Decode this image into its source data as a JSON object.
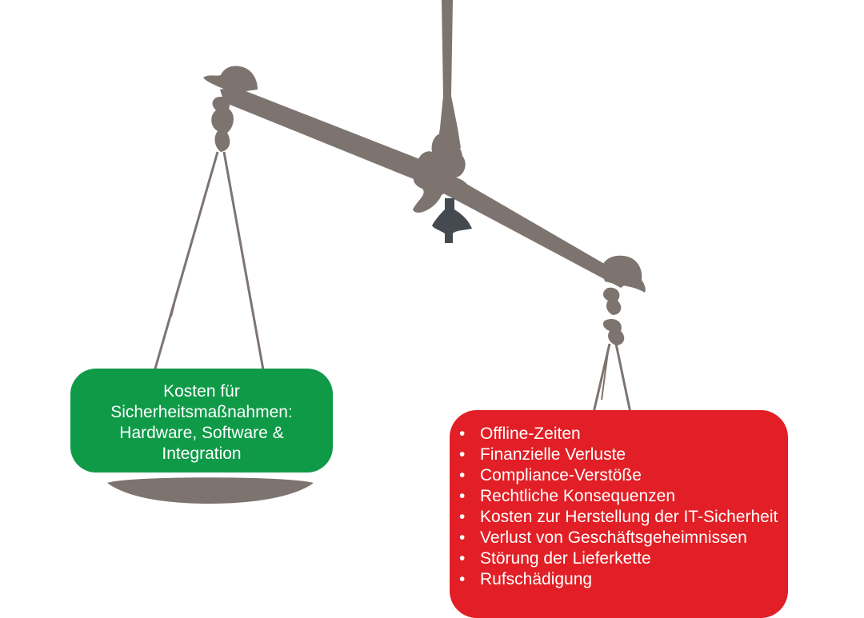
{
  "colors": {
    "scale_gray": "#7d7470",
    "knob_dark": "#454a50",
    "green_box": "#0f9a48",
    "red_box": "#e21f26",
    "text": "#ffffff"
  },
  "left_pan": {
    "lines": [
      "Kosten für",
      "Sicherheitsmaßnahmen:",
      "Hardware, Software &",
      "Integration"
    ]
  },
  "right_pan": {
    "items": [
      "Offline-Zeiten",
      "Finanzielle Verluste",
      "Compliance-Verstöße",
      "Rechtliche Konsequenzen",
      "Kosten zur Herstellung der IT-Sicherheit",
      "Verlust von Geschäftsgeheimnissen",
      "Störung der Lieferkette",
      "Rufschädigung"
    ]
  }
}
